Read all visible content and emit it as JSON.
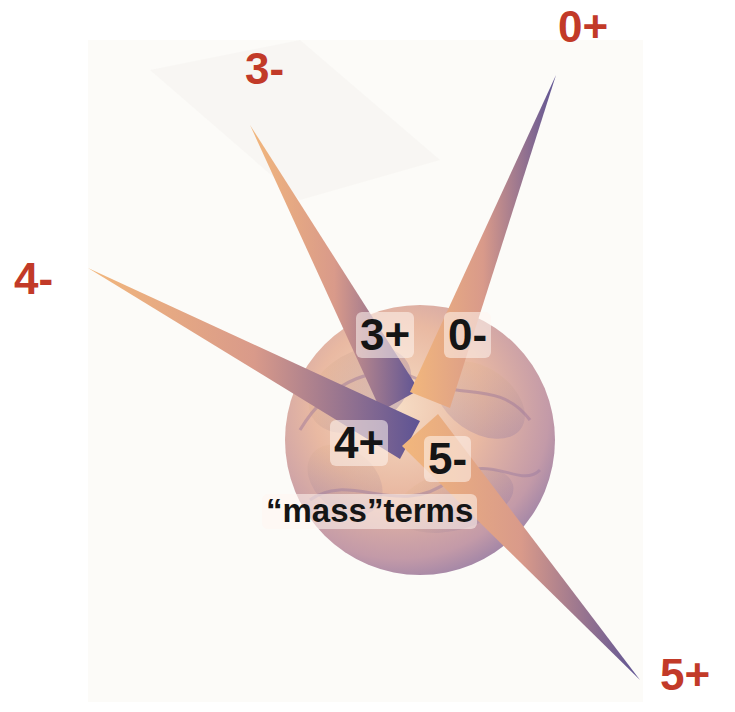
{
  "diagram": {
    "labels": [
      "3-",
      "0+",
      "4-",
      "5+",
      "3+",
      "0-",
      "4+",
      "5-",
      "“mass”terms"
    ]
  }
}
